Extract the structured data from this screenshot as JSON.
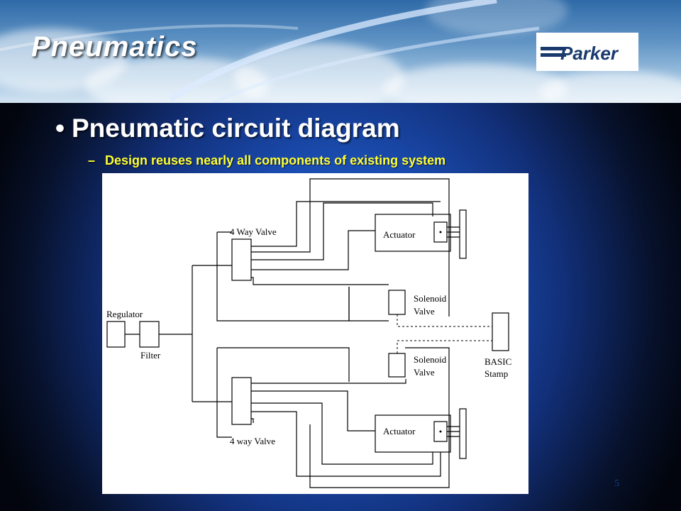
{
  "slide": {
    "title": "Pneumatics",
    "logo_text": "Parker",
    "bullet": "Pneumatic circuit diagram",
    "sub_bullet": "Design reuses nearly all components of existing system",
    "slide_number": "5"
  },
  "diagram": {
    "labels": {
      "valve_top": "4 Way Valve",
      "valve_bottom": "4 way Valve",
      "actuator_top": "Actuator",
      "actuator_bottom": "Actuator",
      "solenoid_top_line1": "Solenoid",
      "solenoid_top_line2": "Valve",
      "solenoid_bottom_line1": "Solenoid",
      "solenoid_bottom_line2": "Valve",
      "regulator": "Regulator",
      "filter": "Filter",
      "stamp_line1": "BASIC",
      "stamp_line2": "Stamp"
    }
  },
  "colors": {
    "title": "#ffffff",
    "bullet": "#ffffff",
    "sub_bullet": "#ffff33",
    "background_center": "#1f5fd0",
    "background_edge": "#02050d"
  }
}
